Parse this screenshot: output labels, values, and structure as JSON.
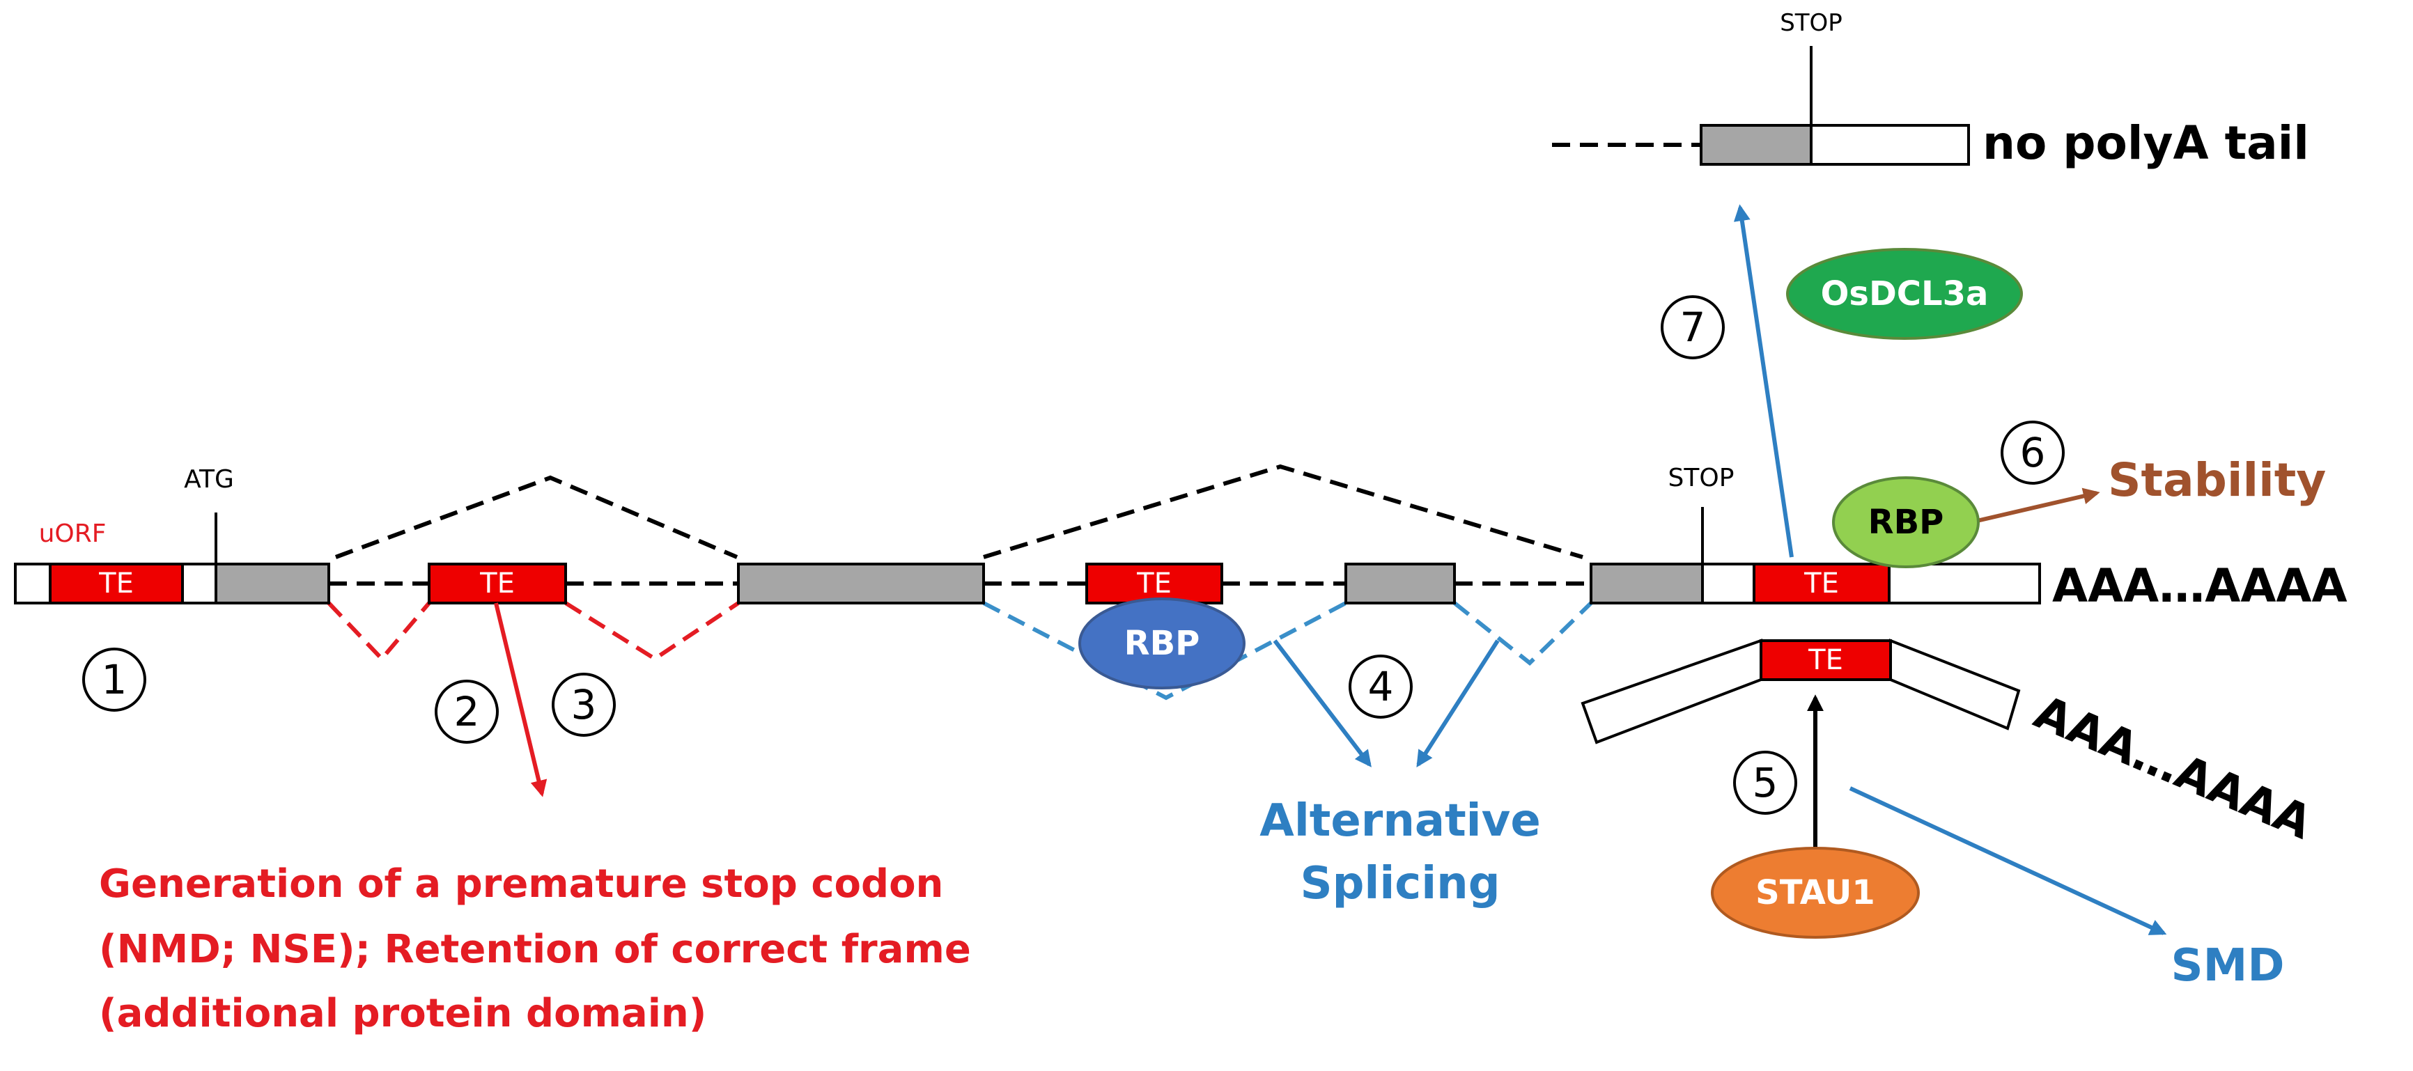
{
  "labels": {
    "uorf": "uORF",
    "atg": "ATG",
    "stop_main": "STOP",
    "stop_top": "STOP",
    "te": "TE",
    "poly_a_main": "AAA…AAAA",
    "poly_a_smd": "AAA…AAAA",
    "no_polya": "no polyA tail",
    "stability": "Stability",
    "alternative_splicing_line1": "Alternative",
    "alternative_splicing_line2": "Splicing",
    "smd": "SMD",
    "premature_line1": "Generation of a premature stop codon",
    "premature_line2": "(NMD; NSE); Retention of correct frame",
    "premature_line3": "(additional protein domain)"
  },
  "proteins": {
    "osdcl3a": "OsDCL3a",
    "rbp_top": "RBP",
    "rbp_mid": "RBP",
    "stau1": "STAU1"
  },
  "steps": [
    "1",
    "2",
    "3",
    "4",
    "5",
    "6",
    "7"
  ],
  "colors": {
    "te_red": "#ee0000",
    "exon_grey": "#a6a6a6",
    "red_text": "#e41c23",
    "blue_text": "#2e7fc2",
    "brown_text": "#a0522d",
    "osdcl3a_green": "#1fa84f",
    "rbp_light_green": "#92d050",
    "rbp_blue": "#4472c4",
    "stau1_orange": "#ed7d31"
  }
}
